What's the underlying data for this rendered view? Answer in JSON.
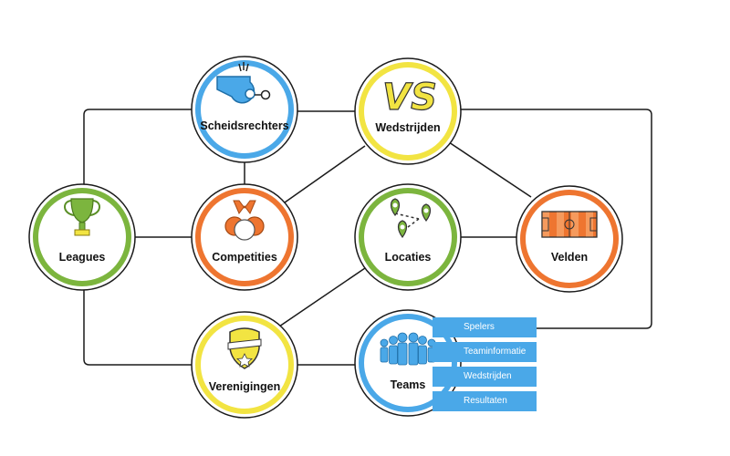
{
  "colors": {
    "green": "#7cb53e",
    "blue": "#4aa8e8",
    "orange": "#ee7530",
    "yellow": "#f2e442",
    "line": "#1a1a1a",
    "menu": "#4aa8e8"
  },
  "nodes": {
    "scheidsrechters": {
      "label": "Scheidsrechters",
      "icon": "whistle-icon"
    },
    "wedstrijden": {
      "label": "Wedstrijden",
      "icon_text": "VS",
      "icon": "vs-icon"
    },
    "leagues": {
      "label": "Leagues",
      "icon": "trophy-icon"
    },
    "competities": {
      "label": "Competities",
      "icon": "medals-icon"
    },
    "locaties": {
      "label": "Locaties",
      "icon": "map-pins-icon"
    },
    "velden": {
      "label": "Velden",
      "icon": "football-field-icon"
    },
    "verenigingen": {
      "label": "Verenigingen",
      "icon": "shield-icon"
    },
    "teams": {
      "label": "Teams",
      "icon": "people-group-icon"
    }
  },
  "teams_menu": [
    "Spelers",
    "Teaminformatie",
    "Wedstrijden",
    "Resultaten"
  ]
}
